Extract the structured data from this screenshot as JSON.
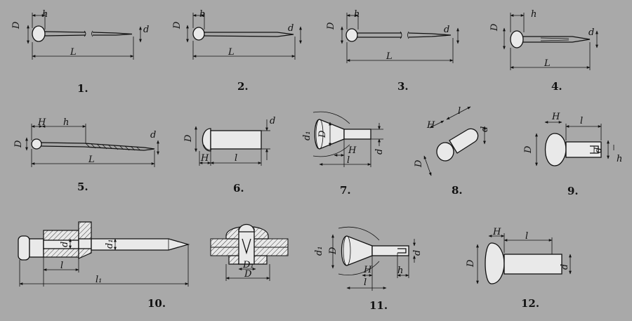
{
  "figure": {
    "background": "#a9a9a9",
    "ink": "#111111",
    "items": [
      {
        "number": "1.",
        "dims": {
          "D": "D",
          "h": "h",
          "d": "d",
          "L": "L"
        }
      },
      {
        "number": "2.",
        "dims": {
          "D": "D",
          "h": "h",
          "d": "d",
          "L": "L"
        }
      },
      {
        "number": "3.",
        "dims": {
          "D": "D",
          "h": "h",
          "d": "d",
          "L": "L"
        }
      },
      {
        "number": "4.",
        "dims": {
          "D": "D",
          "h": "h",
          "d": "d",
          "L": "L"
        }
      },
      {
        "number": "5.",
        "dims": {
          "D": "D",
          "H": "H",
          "h": "h",
          "d": "d",
          "L": "L"
        }
      },
      {
        "number": "6.",
        "dims": {
          "D": "D",
          "H": "H",
          "d": "d",
          "l": "l"
        }
      },
      {
        "number": "7.",
        "dims": {
          "d1": "d₁",
          "D": "D",
          "H": "H",
          "d": "d",
          "l": "l"
        }
      },
      {
        "number": "8.",
        "dims": {
          "H": "H",
          "l": "l",
          "d": "d",
          "D": "D"
        }
      },
      {
        "number": "9.",
        "dims": {
          "H": "H",
          "l": "l",
          "D": "D",
          "d": "d",
          "h": "h"
        }
      },
      {
        "number": "10.",
        "dims": {
          "d": "d",
          "d1": "d₁",
          "l": "l",
          "l1": "l₁"
        }
      },
      {
        "number": "",
        "dims": {
          "D1": "D₁",
          "D": "D"
        }
      },
      {
        "number": "11.",
        "dims": {
          "d1": "d₁",
          "D": "D",
          "H": "H",
          "l": "l",
          "h": "h",
          "d": "d"
        }
      },
      {
        "number": "12.",
        "dims": {
          "H": "H",
          "l": "l",
          "D": "D",
          "d": "d"
        }
      }
    ]
  }
}
